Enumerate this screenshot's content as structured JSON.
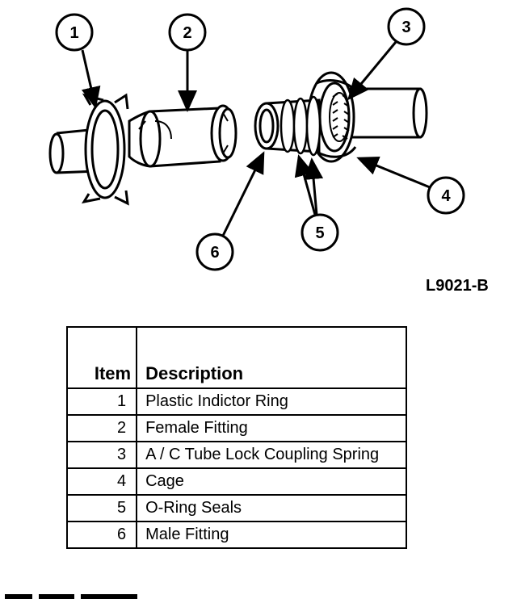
{
  "figure_id": "L9021-B",
  "callouts": [
    "1",
    "2",
    "3",
    "4",
    "5",
    "6"
  ],
  "table": {
    "headers": {
      "item": "Item",
      "description": "Description"
    },
    "rows": [
      {
        "item": "1",
        "description": "Plastic Indictor Ring"
      },
      {
        "item": "2",
        "description": "Female Fitting"
      },
      {
        "item": "3",
        "description": "A / C Tube Lock Coupling Spring"
      },
      {
        "item": "4",
        "description": "Cage"
      },
      {
        "item": "5",
        "description": "O-Ring Seals"
      },
      {
        "item": "6",
        "description": "Male Fitting"
      }
    ]
  }
}
